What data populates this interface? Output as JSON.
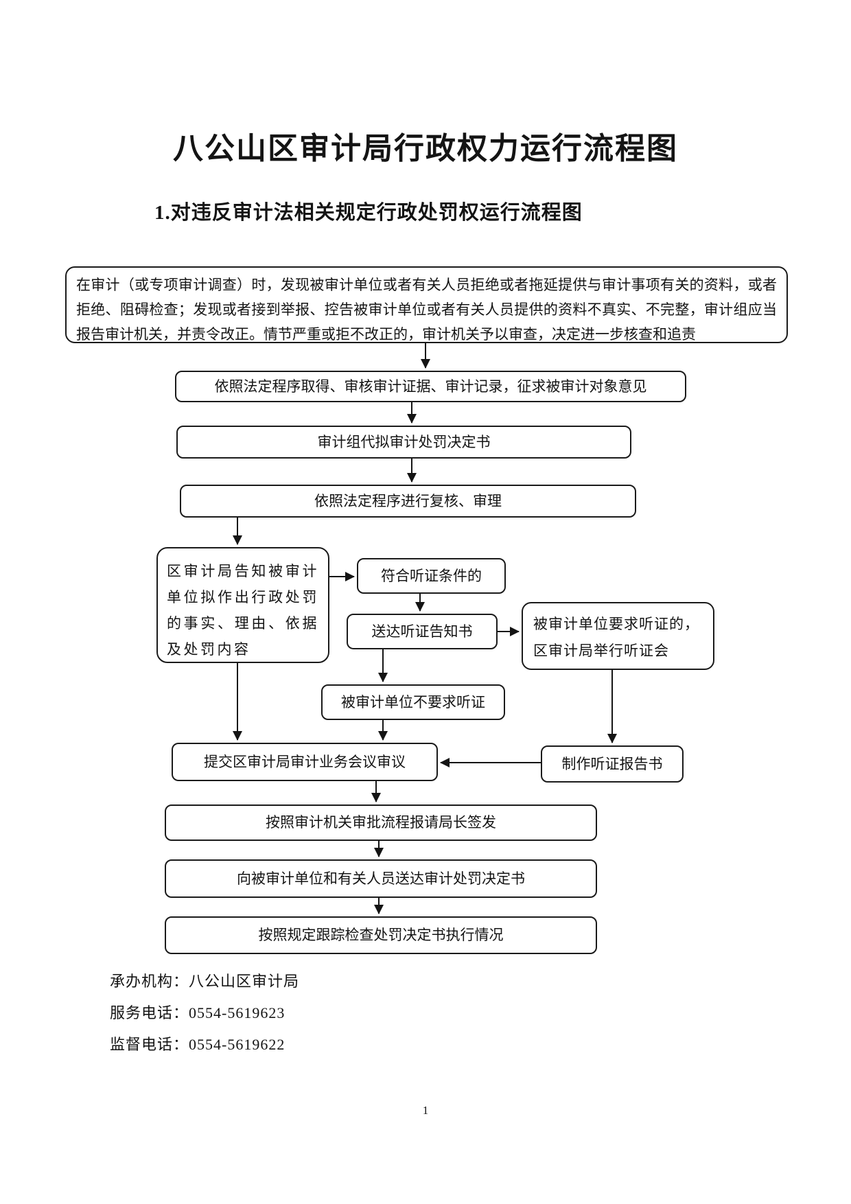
{
  "page": {
    "title": "八公山区审计局行政权力运行流程图",
    "subtitle": "1.对违反审计法相关规定行政处罚权运行流程图",
    "page_number": "1"
  },
  "flowchart": {
    "start": "在审计（或专项审计调查）时，发现被审计单位或者有关人员拒绝或者拖延提供与审计事项有关的资料，或者拒绝、阻碍检查；发现或者接到举报、控告被审计单位或者有关人员提供的资料不真实、不完整，审计组应当报告审计机关，并责令改正。情节严重或拒不改正的，审计机关予以审查，决定进一步核查和追责",
    "evidence": "依照法定程序取得、审核审计证据、审计记录，征求被审计对象意见",
    "draft_decision": "审计组代拟审计处罚决定书",
    "review": "依照法定程序进行复核、审理",
    "notify": "区审计局告知被审计单位拟作出行政处罚的事实、理由、依据及处罚内容",
    "hearing_eligible": "符合听证条件的",
    "serve_notice": "送达听证告知书",
    "hearing_requested": "被审计单位要求听证的，区审计局举行听证会",
    "no_hearing": "被审计单位不要求听证",
    "submit_meeting": "提交区审计局审计业务会议审议",
    "hearing_report": "制作听证报告书",
    "approval_sign": "按照审计机关审批流程报请局长签发",
    "deliver_decision": "向被审计单位和有关人员送达审计处罚决定书",
    "track_execution": "按照规定跟踪检查处罚决定书执行情况"
  },
  "footer": {
    "agency": "承办机构：八公山区审计局",
    "service_phone": "服务电话：0554-5619623",
    "supervision_phone": "监督电话：0554-5619622"
  }
}
